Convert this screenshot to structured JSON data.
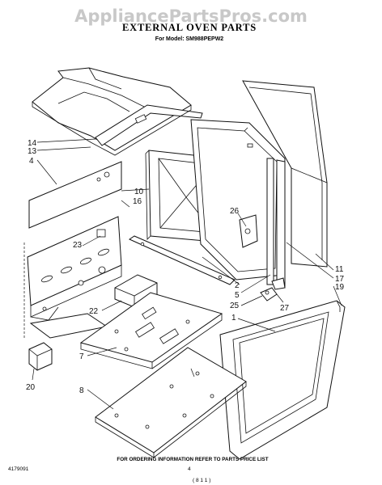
{
  "watermark": "AppliancePartsPros.com",
  "title": "EXTERNAL OVEN PARTS",
  "subtitle": "For Model: SM988PEPW2",
  "footer": {
    "note": "FOR ORDERING INFORMATION REFER TO PARTS PRICE LIST",
    "doc_number": "4179091",
    "page_number": "4",
    "handwritten": "( 8 1  1 )"
  },
  "callouts": {
    "c14": "14",
    "c13": "13",
    "c4": "4",
    "c10": "10",
    "c16": "16",
    "c26": "26",
    "c23": "23",
    "c11": "11",
    "c17": "17",
    "c19": "19",
    "c2": "2",
    "c5": "5",
    "c25": "25",
    "c27": "27",
    "c22": "22",
    "c1": "1",
    "c7": "7",
    "c8": "8",
    "c20": "20"
  }
}
